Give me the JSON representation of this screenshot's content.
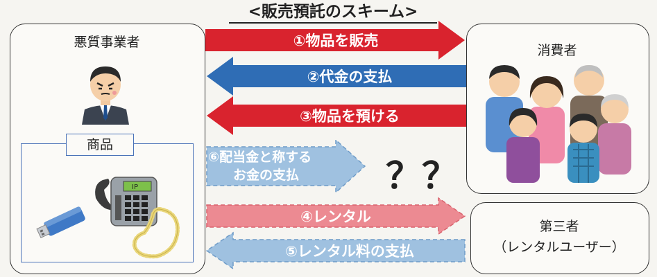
{
  "title": "<販売預託のスキーム>",
  "seller": {
    "label": "悪質事業者",
    "person_icon": "businessman-icon"
  },
  "consumer": {
    "label": "消費者",
    "people_icon": "family-group-icon"
  },
  "product": {
    "label": "商品",
    "items_icons": [
      "usb-stick-icon",
      "telephone-icon",
      "necklace-icon"
    ]
  },
  "third_party": {
    "line1": "第三者",
    "line2": "（レンタルユーザー）"
  },
  "arrows": {
    "a1": {
      "label": "①物品を販売",
      "color": "#d9232e",
      "direction": "right"
    },
    "a2": {
      "label": "②代金の支払",
      "color": "#2f6db5",
      "direction": "left"
    },
    "a3": {
      "label": "③物品を預ける",
      "color": "#d9232e",
      "direction": "left"
    },
    "a6": {
      "line1": "⑥配当金と称する",
      "line2": "お金の支払",
      "color": "#9fc1e0",
      "direction": "right"
    },
    "a4": {
      "label": "④レンタル",
      "color": "#ec8a92",
      "direction": "right"
    },
    "a5": {
      "label": "⑤レンタル料の支払",
      "color": "#9fc1e0",
      "direction": "left"
    }
  },
  "question_marks": [
    "？",
    "？"
  ]
}
